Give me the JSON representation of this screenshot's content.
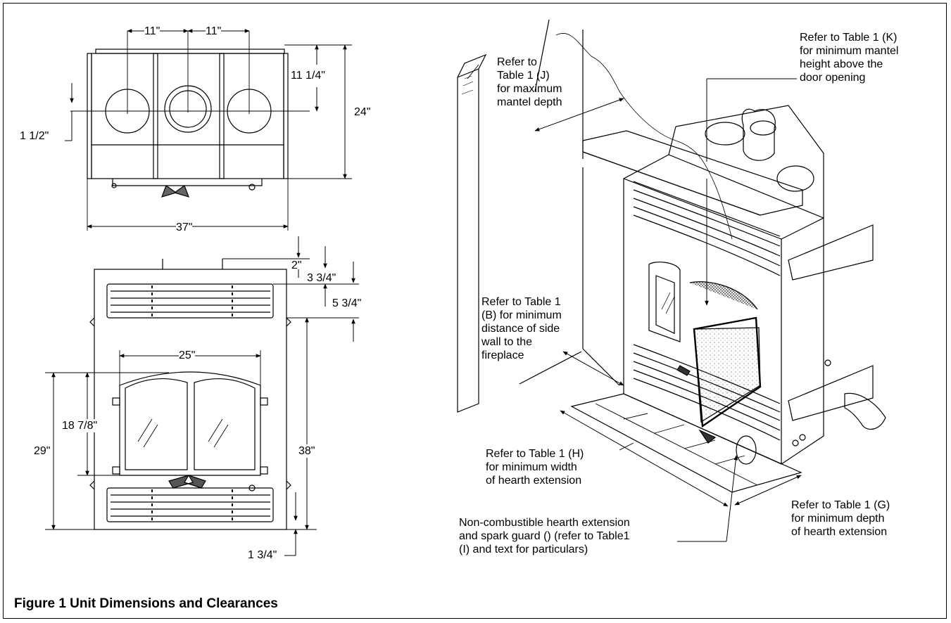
{
  "caption": "Figure 1 Unit Dimensions and Clearances",
  "top_view": {
    "dim_flue_spacing_left": "11\"",
    "dim_flue_spacing_right": "11\"",
    "dim_flue_from_rear": "11 1/4\"",
    "dim_depth": "24\"",
    "dim_flue_offset": "1 1/2\"",
    "dim_width": "37\""
  },
  "front_view": {
    "dim_top_offset": "2\"",
    "dim_upper_louver_top": "3 3/4\"",
    "dim_upper_louver_bottom": "5 3/4\"",
    "dim_door_width": "25\"",
    "dim_door_height": "18 7/8\"",
    "dim_door_top_height": "29\"",
    "dim_total_height": "38\"",
    "dim_bottom_offset": "1 3/4\""
  },
  "callouts": {
    "mantel_depth": [
      "Refer to",
      "Table 1 (J)",
      "for maximum",
      "mantel depth"
    ],
    "mantel_height": [
      "Refer to Table 1 (K)",
      "for minimum mantel",
      "height above the",
      "door opening"
    ],
    "side_wall": [
      "Refer to Table 1",
      "(B) for minimum",
      "distance of side",
      "wall to the",
      "fireplace"
    ],
    "hearth_width": [
      "Refer to Table 1 (H)",
      "for minimum width",
      "of hearth extension"
    ],
    "hearth_spark": [
      "Non-combustible hearth extension",
      "and spark guard () (refer to Table1",
      "(I) and text for particulars)"
    ],
    "hearth_depth": [
      "Refer to Table 1 (G)",
      "for minimum depth",
      "of hearth extension"
    ]
  }
}
